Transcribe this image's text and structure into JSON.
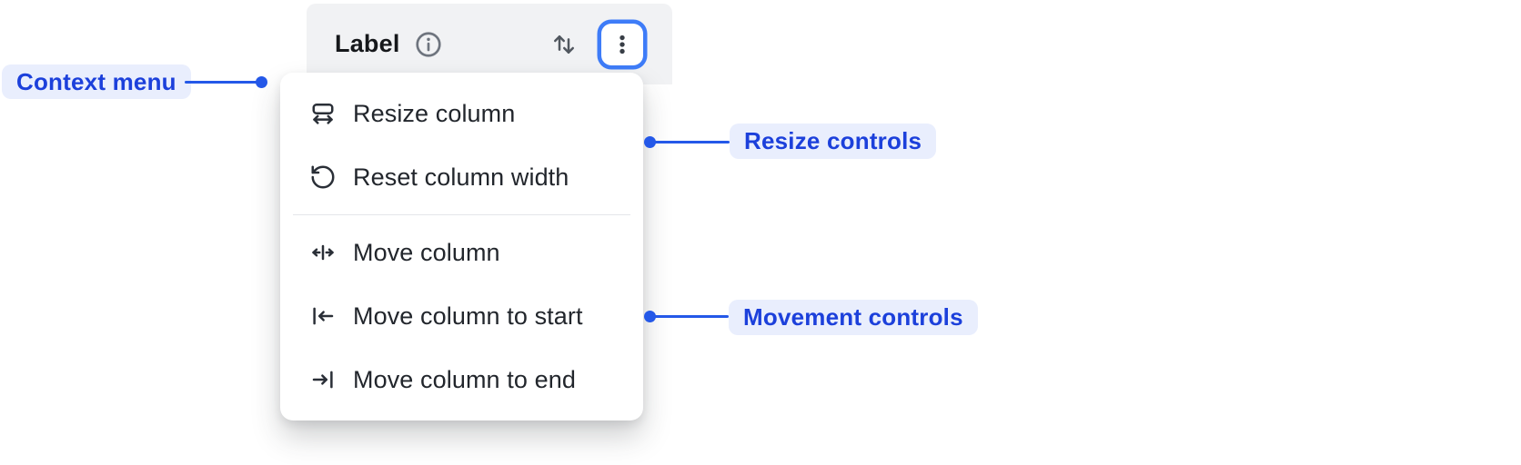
{
  "header": {
    "label": "Label",
    "info_icon": "info-icon",
    "sort_icon": "sort-arrows-icon",
    "menu_icon": "kebab-menu-icon"
  },
  "menu": {
    "items": [
      {
        "label": "Resize column",
        "icon": "resize-column-icon"
      },
      {
        "label": "Reset column width",
        "icon": "rotate-ccw-icon"
      },
      {
        "label": "Move column",
        "icon": "move-horizontal-icon"
      },
      {
        "label": "Move column to start",
        "icon": "arrow-left-to-line-icon"
      },
      {
        "label": "Move column to end",
        "icon": "arrow-right-to-line-icon"
      }
    ]
  },
  "annotations": {
    "context_menu": {
      "label": "Context menu"
    },
    "resize_controls": {
      "label": "Resize controls"
    },
    "movement_controls": {
      "label": "Movement controls"
    }
  },
  "colors": {
    "connector_blue": "#2458E8",
    "annotation_text": "#1C40DB",
    "annotation_bg": "#E9EEFD",
    "focus_ring": "#3E7CF8",
    "header_bg": "#F1F2F4",
    "menu_bg": "#FFFFFF",
    "menu_text": "#22262C",
    "icon_gray": "#6E747E"
  }
}
